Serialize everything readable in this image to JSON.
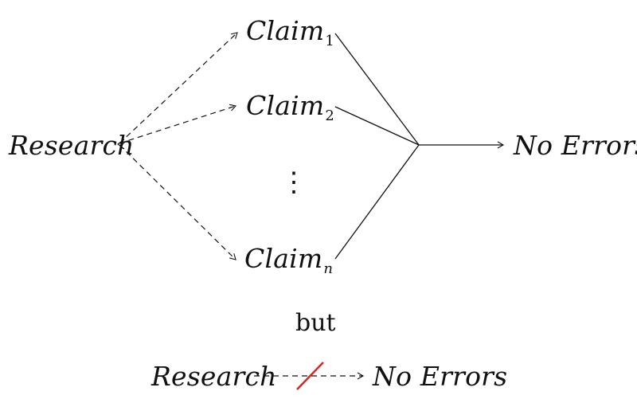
{
  "diagram": {
    "source_node": "Research",
    "claims": [
      {
        "base": "Claim",
        "sub": "1"
      },
      {
        "base": "Claim",
        "sub": "2"
      },
      {
        "base": "Claim",
        "sub": "n"
      }
    ],
    "ellipsis": "⋮",
    "target_node": "No Errors",
    "connector_word": "but",
    "bottom_source": "Research",
    "bottom_target": "No Errors",
    "strike_color": "#d9221c"
  }
}
